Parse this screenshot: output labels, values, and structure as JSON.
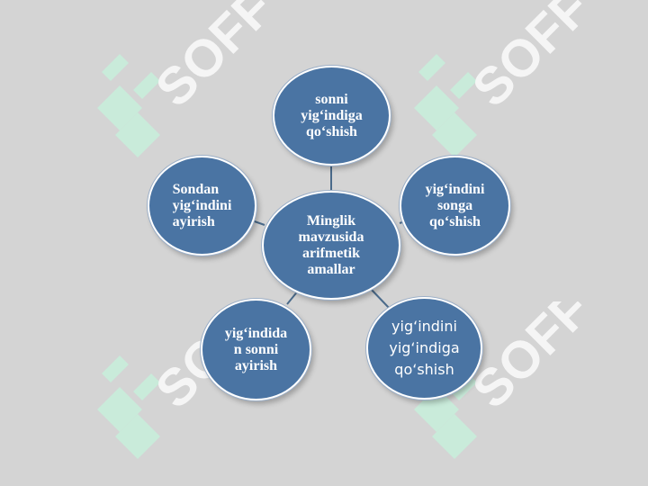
{
  "diagram": {
    "center": {
      "label": "Minglik\nmavzusida\narifmetik\namallar"
    },
    "nodes": [
      {
        "id": "top",
        "label": "sonni\nyig‘indiga\nqo‘shish"
      },
      {
        "id": "right",
        "label": "yig‘indini\nsonga\nqo‘shish"
      },
      {
        "id": "bottom-right",
        "label": "yig‘indini\nyig‘indiga\nqo‘shish"
      },
      {
        "id": "bottom-left",
        "label": "yig‘indida\nn sonni\nayirish"
      },
      {
        "id": "left",
        "label": "Sondan\nyig‘indini\nayirish"
      }
    ]
  },
  "watermark": {
    "text": "SOFF"
  },
  "colors": {
    "background": "#d4d4d4",
    "node_fill": "#4a74a3",
    "node_border": "#ffffff",
    "connector": "#4a6a8a",
    "text": "#ffffff",
    "watermark": "#c8f0dc"
  }
}
